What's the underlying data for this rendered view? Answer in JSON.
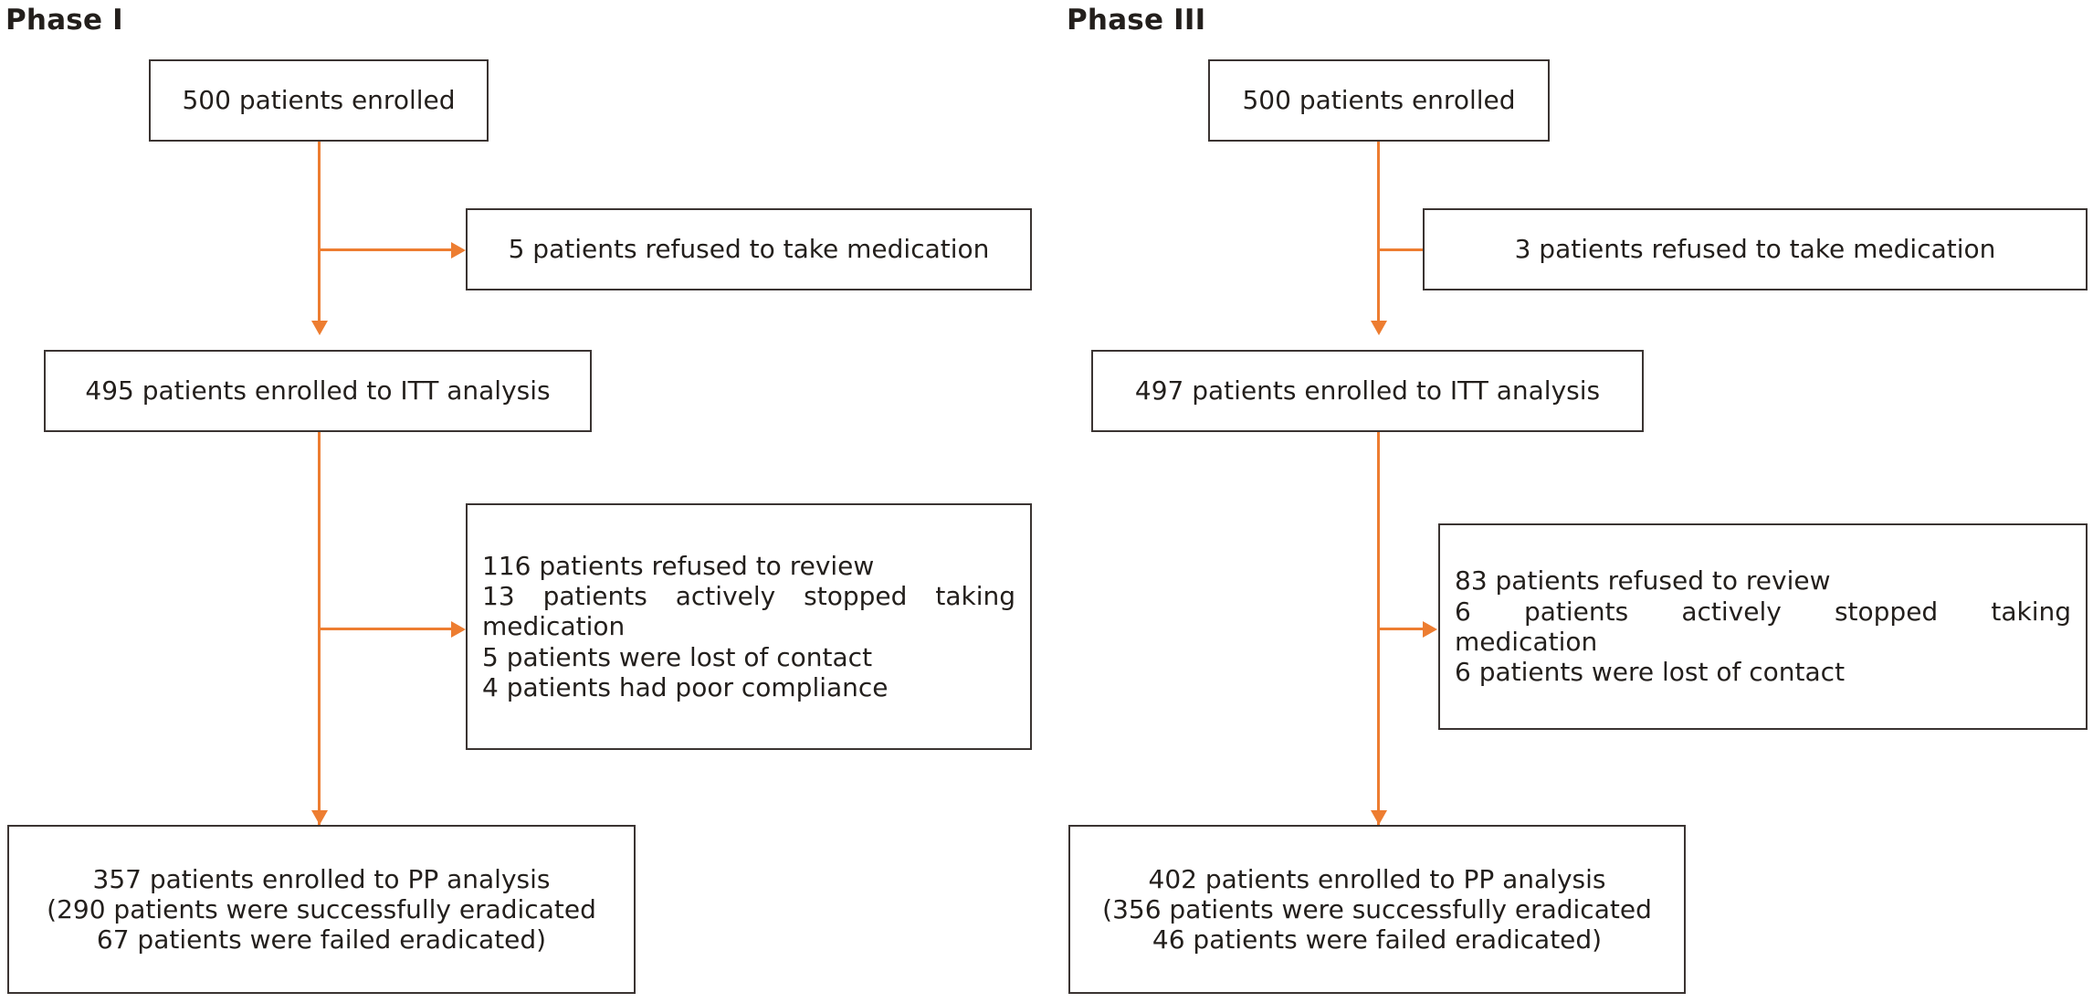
{
  "figure": {
    "type": "flowchart",
    "description": "CONSORT-style patient flow diagram with two parallel phase columns",
    "accent_color": "#ED7D31",
    "box_border_color": "#3B3432",
    "text_color": "#231F1C",
    "background_color": "#FFFFFF"
  },
  "columns": [
    {
      "title": "Phase I",
      "enrolled": {
        "label": "500 patients enrolled"
      },
      "exclusion_1": {
        "lines": [
          "5 patients refused to take medication"
        ]
      },
      "itt": {
        "label": "495 patients enrolled to ITT analysis"
      },
      "exclusion_2": {
        "lines": [
          "116 patients refused to review",
          "13 patients actively stopped taking medication",
          "5 patients were lost of contact",
          "4 patients had poor compliance"
        ],
        "wrapped_line_index": 1,
        "wrapped_segments": [
          "13 patients actively stopped taking",
          "medication"
        ]
      },
      "pp": {
        "lines": [
          "357 patients enrolled to PP analysis",
          "(290 patients were successfully eradicated",
          "67 patients were failed eradicated)"
        ]
      }
    },
    {
      "title": "Phase III",
      "enrolled": {
        "label": "500 patients enrolled"
      },
      "exclusion_1": {
        "lines": [
          "3 patients refused to take medication"
        ]
      },
      "itt": {
        "label": "497 patients enrolled to ITT analysis"
      },
      "exclusion_2": {
        "lines": [
          "83 patients refused to review",
          "6 patients actively stopped taking medication",
          "6 patients were lost of contact"
        ],
        "wrapped_line_index": 1,
        "wrapped_segments": [
          "6 patients actively stopped taking",
          "medication"
        ]
      },
      "pp": {
        "lines": [
          "402 patients enrolled to PP analysis",
          "(356 patients were successfully eradicated",
          "46 patients were failed eradicated)"
        ]
      }
    }
  ]
}
